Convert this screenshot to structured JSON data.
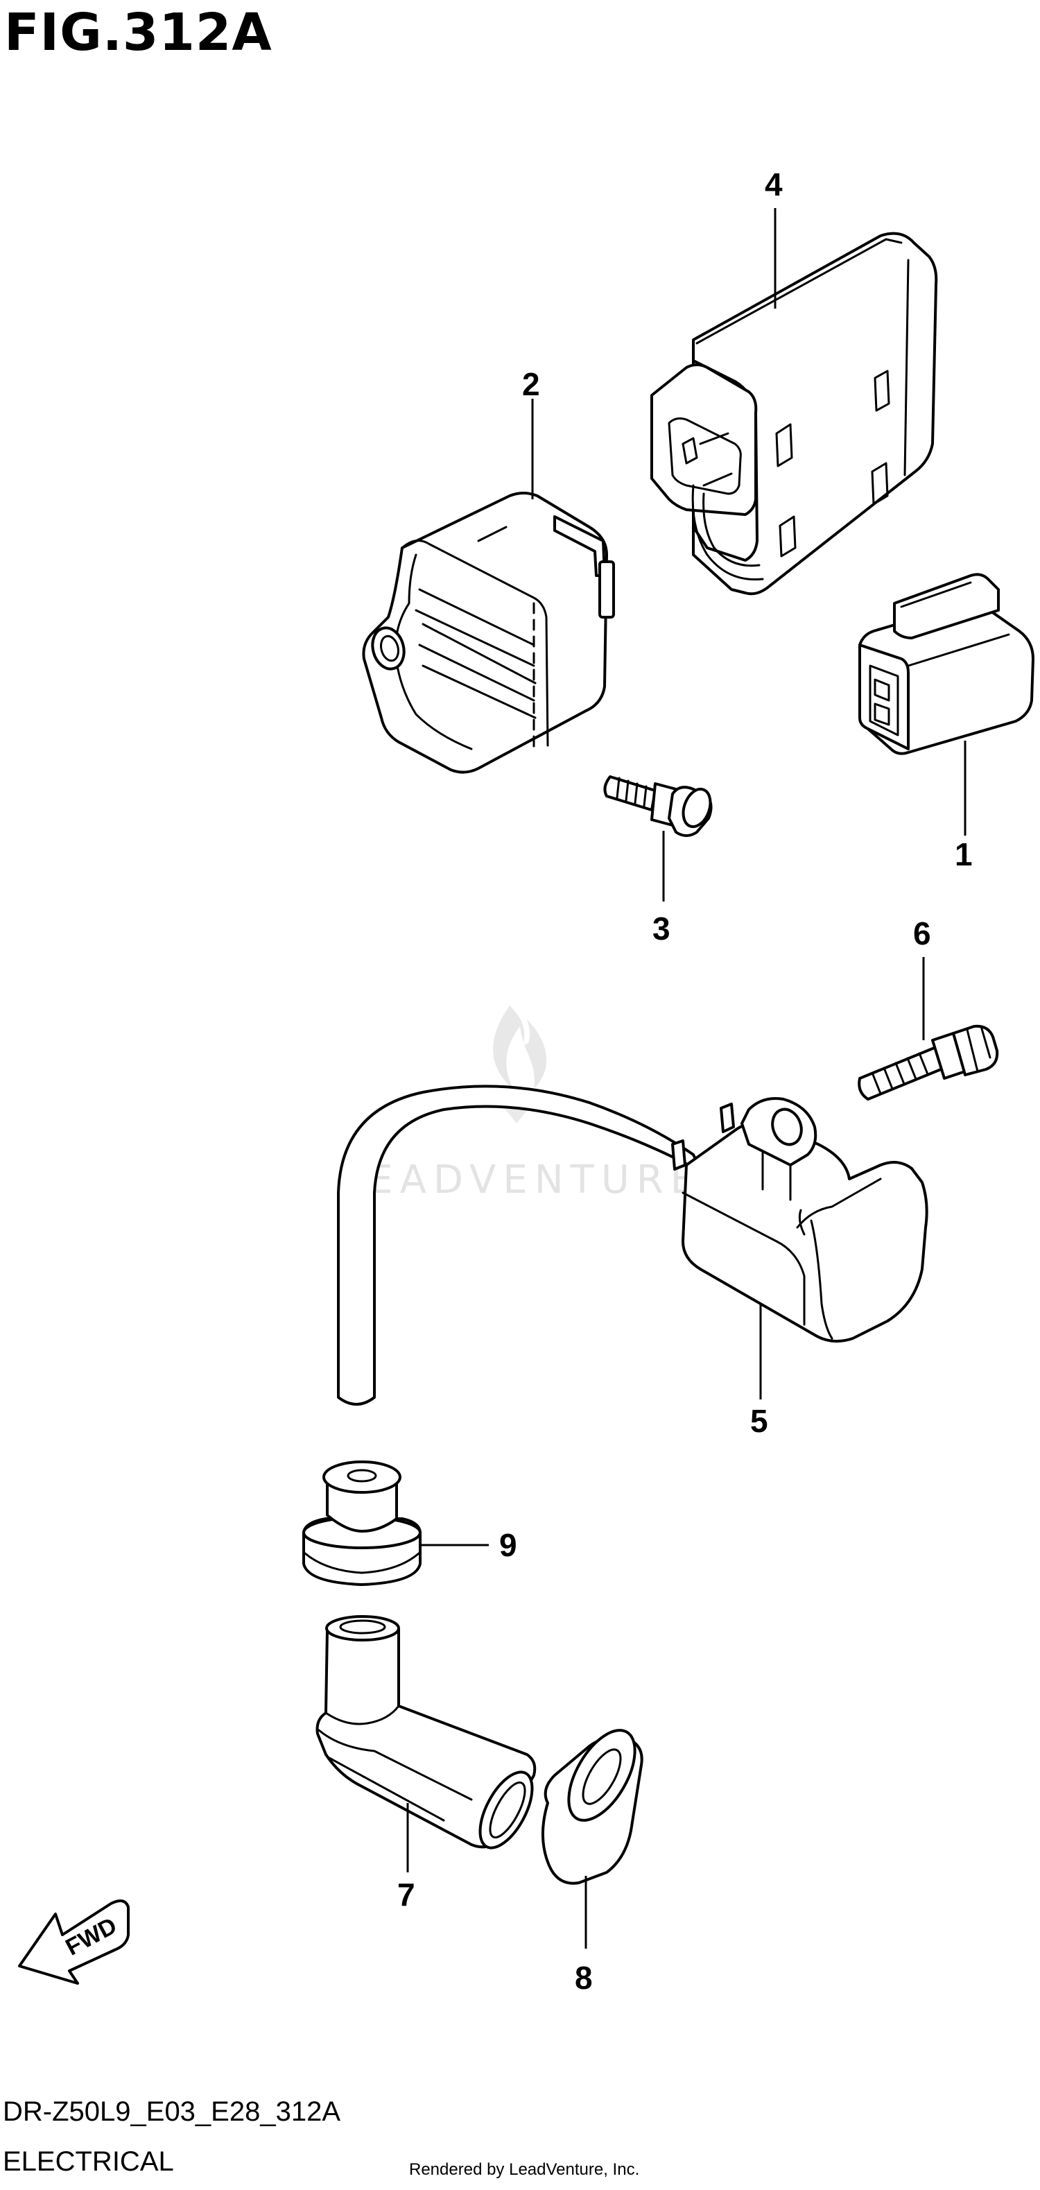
{
  "figure": {
    "title": "FIG.312A",
    "code": "DR-Z50L9_E03_E28_312A",
    "description": "ELECTRICAL",
    "rendered_by": "Rendered by LeadVenture, Inc.",
    "watermark": "LEADVENTURE"
  },
  "fwd_label": "FWD",
  "callouts": [
    "1",
    "2",
    "3",
    "4",
    "5",
    "6",
    "7",
    "8",
    "9"
  ]
}
